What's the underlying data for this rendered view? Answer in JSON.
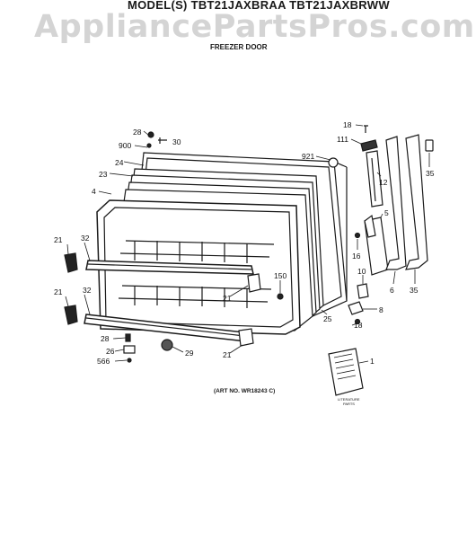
{
  "header": {
    "model_line": "MODEL(S) TBT21JAXBRAA  TBT21JAXBRWW",
    "watermark": "AppliancePartsPros.com",
    "section_title": "FREEZER DOOR"
  },
  "art_number": "(ART NO. WR18243 C)",
  "literature_label_1": "LITERATURE",
  "literature_label_2": "PARTS",
  "callouts": {
    "c28a": "28",
    "c900": "900",
    "c30": "30",
    "c24": "24",
    "c23": "23",
    "c4": "4",
    "c921": "921",
    "c18a": "18",
    "c111": "111",
    "c35a": "35",
    "c12": "12",
    "c5": "5",
    "c16": "16",
    "c10": "10",
    "c6": "6",
    "c35b": "35",
    "c8": "8",
    "c18b": "18",
    "c21a": "21",
    "c32a": "32",
    "c21b": "21",
    "c32b": "32",
    "c150": "150",
    "c21c": "21",
    "c25": "25",
    "c28b": "28",
    "c26": "26",
    "c566": "566",
    "c29": "29",
    "c21d": "21",
    "c1": "1"
  }
}
